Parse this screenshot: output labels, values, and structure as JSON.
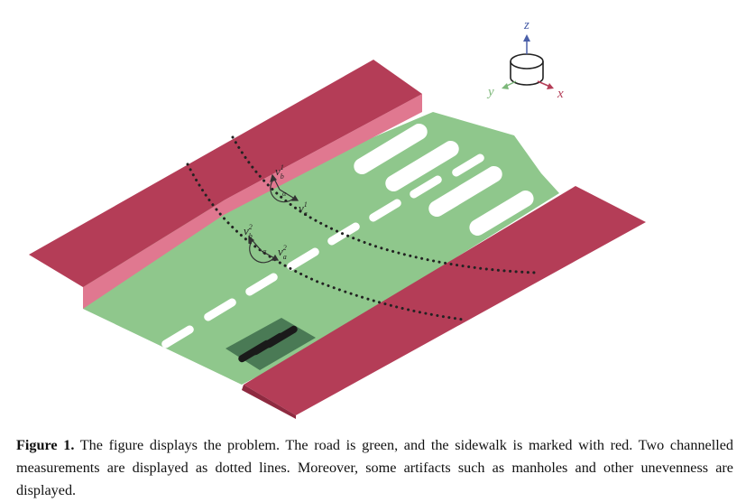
{
  "figure": {
    "axes": {
      "z_label": "z",
      "x_label": "x",
      "y_label": "y"
    },
    "vectors": {
      "vb1": {
        "base": "v",
        "sub": "b",
        "sup": "1"
      },
      "va1": {
        "base": "v",
        "sub": "a",
        "sup": "1"
      },
      "vb2": {
        "base": "v",
        "sub": "b",
        "sup": "2"
      },
      "va2": {
        "base": "v",
        "sub": "a",
        "sup": "2"
      },
      "angle1": "α",
      "angle2": "α"
    },
    "colors": {
      "road": "#8fc78c",
      "sidewalk_top": "#b43d57",
      "sidewalk_side": "#e07890",
      "markings": "#ffffff",
      "manhole": "#4a7a55",
      "manhole_slots": "#1a1a1a",
      "measurement_lines": "#222222"
    }
  },
  "caption": {
    "label": "Figure 1.",
    "text": " The figure displays the problem. The road is green, and the sidewalk is marked with red. Two channelled measurements are displayed as dotted lines. Moreover, some artifacts such as manholes and other unevenness are displayed."
  }
}
